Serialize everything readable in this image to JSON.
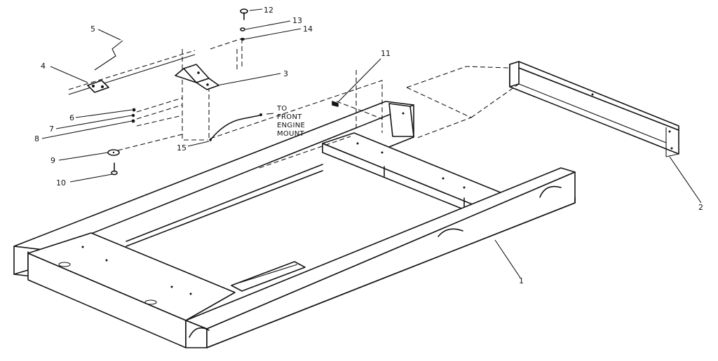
{
  "diagram": {
    "callouts": [
      "1",
      "2",
      "3",
      "4",
      "5",
      "6",
      "7",
      "8",
      "9",
      "10",
      "11",
      "12",
      "13",
      "14",
      "15"
    ],
    "note_lines": [
      "TO",
      "FRONT",
      "ENGINE",
      "MOUNT"
    ]
  }
}
